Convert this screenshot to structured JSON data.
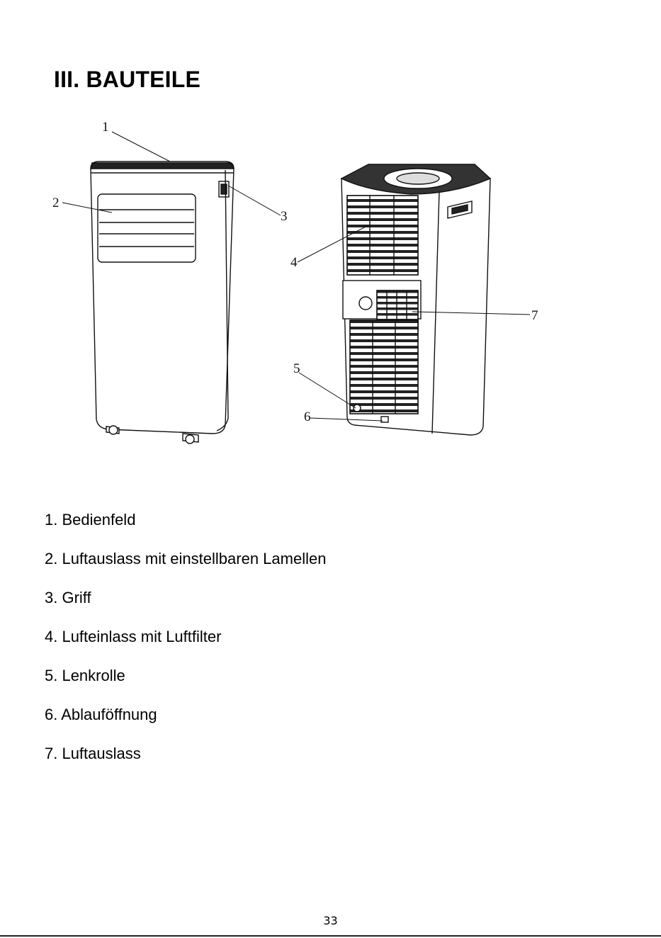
{
  "heading": "III. BAUTEILE",
  "callouts": [
    "1",
    "2",
    "3",
    "4",
    "5",
    "6",
    "7"
  ],
  "parts": [
    "1. Bedienfeld",
    "2. Luftauslass mit einstellbaren Lamellen",
    "3. Griff",
    "4. Lufteinlass mit Luftfilter",
    "5. Lenkrolle",
    "6. Ablauföffnung",
    "7. Luftauslass"
  ],
  "page_number": "33"
}
